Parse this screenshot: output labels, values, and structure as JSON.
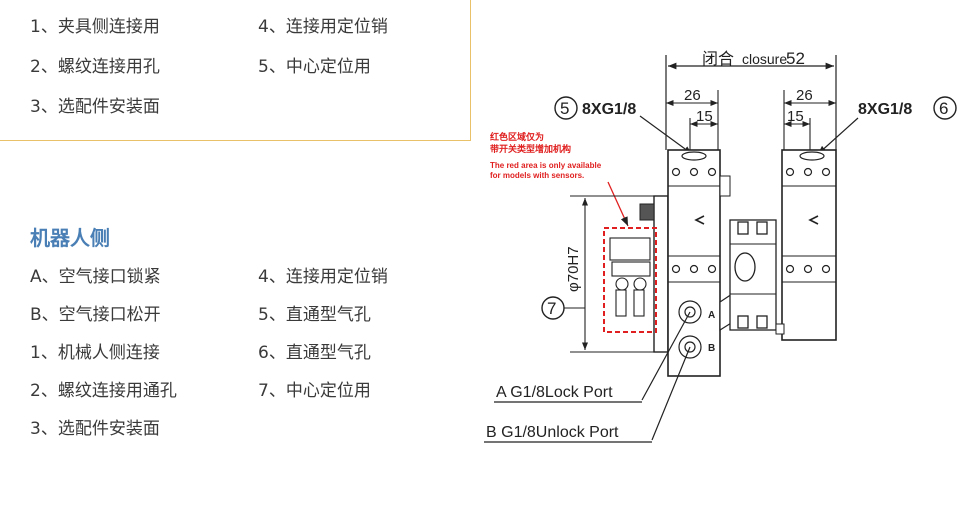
{
  "tool_side": {
    "items": [
      "1、夹具侧连接用",
      "4、连接用定位销",
      "2、螺纹连接用孔",
      "5、中心定位用",
      "3、选配件安装面"
    ]
  },
  "robot_side": {
    "title": "机器人侧",
    "items": [
      "A、空气接口锁紧",
      "4、连接用定位销",
      "B、空气接口松开",
      "5、直通型气孔",
      "1、机械人侧连接",
      "6、直通型气孔",
      "2、螺纹连接用通孔",
      "7、中心定位用",
      "3、选配件安装面"
    ]
  },
  "diagram": {
    "closure_label_cn": "闭合",
    "closure_label_en": "closure",
    "closure_value": "52",
    "callout_5": "5",
    "callout_6": "6",
    "callout_7": "7",
    "port_left": "8XG1/8",
    "port_right": "8XG1/8",
    "dim_26_left": "26",
    "dim_15_left": "15",
    "dim_26_right": "26",
    "dim_15_right": "15",
    "dia_label": "φ70H7",
    "note_cn_1": "红色区域仅为",
    "note_cn_2": "带开关类型增加机构",
    "note_en_1": "The red area is only available",
    "note_en_2": "for models with sensors.",
    "port_a": "A G1/8Lock Port",
    "port_b": "B G1/8Unlock Port",
    "mark_a": "A",
    "mark_b": "B",
    "colors": {
      "red_area": "#e02020",
      "line": "#222222"
    }
  }
}
